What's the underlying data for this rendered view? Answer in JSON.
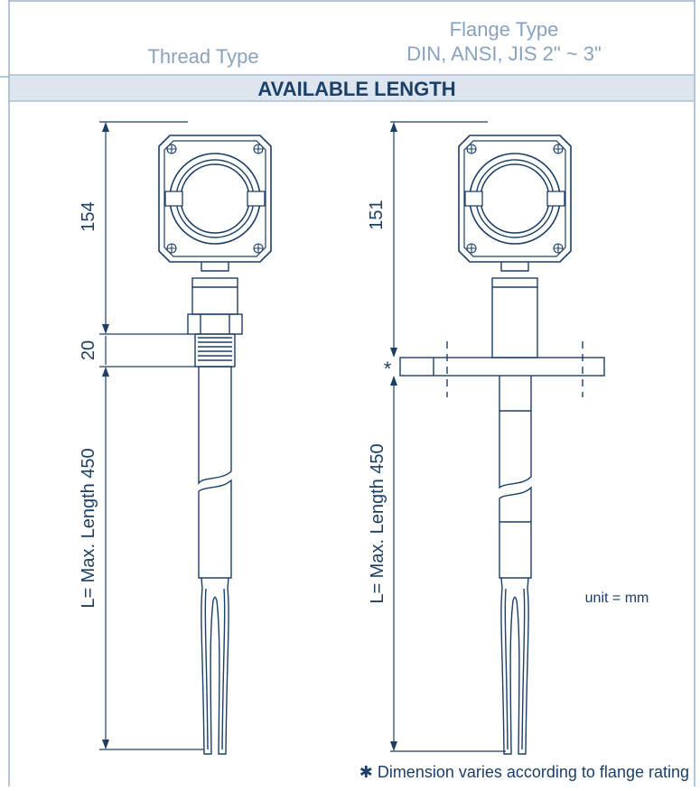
{
  "header": {
    "thread_title": "Thread Type",
    "flange_title_line1": "Flange Type",
    "flange_title_line2": "DIN, ANSI, JIS  2\" ~ 3\""
  },
  "section_title": "AVAILABLE LENGTH",
  "thread_drawing": {
    "dim_head": "154",
    "dim_thread": "20",
    "dim_length": "L= Max. Length  450"
  },
  "flange_drawing": {
    "dim_head": "151",
    "dim_flange": "*",
    "dim_length": "L= Max. Length  450"
  },
  "unit_label": "unit = mm",
  "footnote": "✱ Dimension varies according to flange rating",
  "colors": {
    "title_text": "#8aa3bd",
    "band_fill": "#dde6ef",
    "line": "#1c3f66",
    "frame": "#9db3c9"
  }
}
